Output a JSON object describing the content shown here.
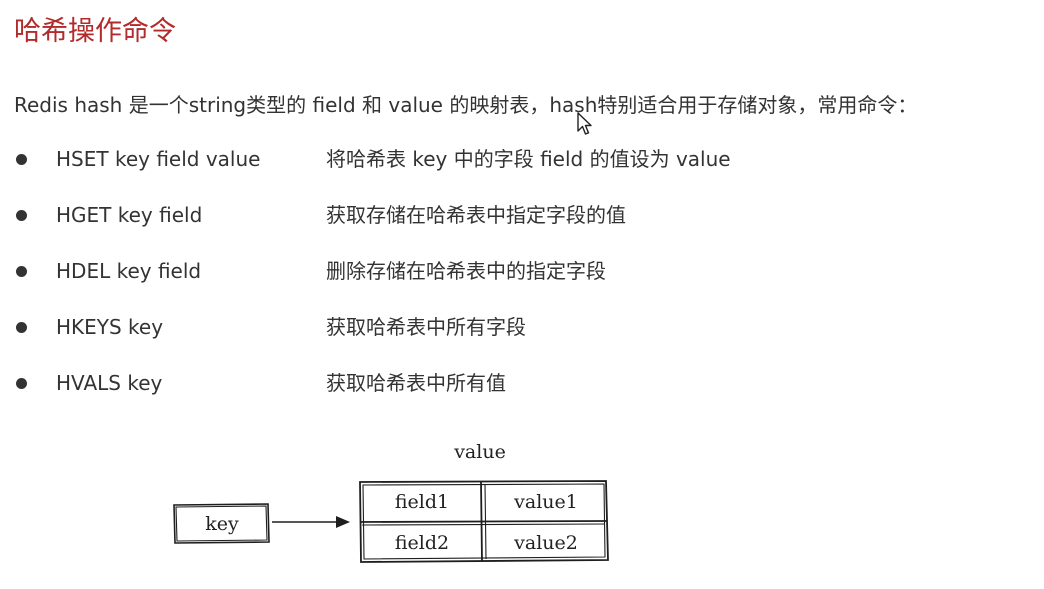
{
  "title": "哈希操作命令",
  "intro": "Redis hash 是一个string类型的 field 和 value 的映射表，hash特别适合用于存储对象，常用命令：",
  "commands": [
    {
      "syntax": "HSET key field value",
      "desc": "将哈希表 key 中的字段 field 的值设为 value"
    },
    {
      "syntax": "HGET key field",
      "desc": "获取存储在哈希表中指定字段的值"
    },
    {
      "syntax": "HDEL key field",
      "desc": "删除存储在哈希表中的指定字段"
    },
    {
      "syntax": "HKEYS key",
      "desc": "获取哈希表中所有字段"
    },
    {
      "syntax": "HVALS key",
      "desc": "获取哈希表中所有值"
    }
  ],
  "diagram": {
    "value_label": "value",
    "key_label": "key",
    "rows": [
      {
        "field": "field1",
        "value": "value1"
      },
      {
        "field": "field2",
        "value": "value2"
      }
    ]
  },
  "icons": {
    "cursor": "mouse-pointer-icon"
  },
  "colors": {
    "title": "#b22a2a",
    "text": "#333333"
  }
}
